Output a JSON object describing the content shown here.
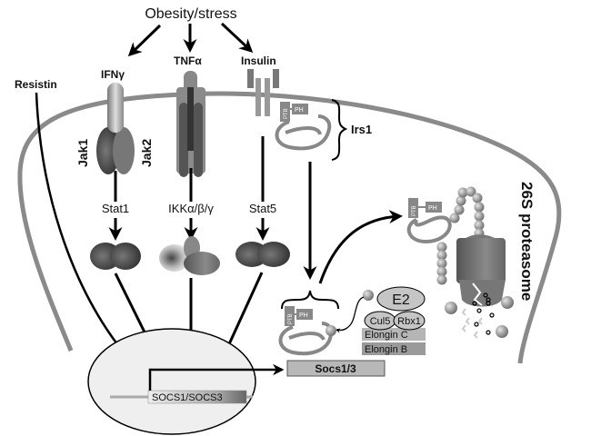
{
  "title": "Obesity/stress",
  "ligands": {
    "resistin": "Resistin",
    "ifn": "IFNγ",
    "tnf": "TNFα",
    "insulin": "Insulin"
  },
  "kinases": {
    "jak1": "Jak1",
    "jak2": "Jak2"
  },
  "transducers": {
    "stat1": "Stat1",
    "ikk": "IKKα/β/γ",
    "stat5": "Stat5"
  },
  "irs1": {
    "label": "Irs1",
    "ptb": "PTB",
    "ph": "PH"
  },
  "nucleus": {
    "gene": "SOCS1/SOCS3"
  },
  "complex": {
    "e2": "E2",
    "cul5": "Cul5",
    "rbx1": "Rbx1",
    "elongin_c": "Elongin C",
    "elongin_b": "Elongin B",
    "socs": "Socs1/3"
  },
  "proteasome": {
    "label": "26S proteasome"
  },
  "colors": {
    "membrane": "#8a8a8a",
    "arrow": "#000000",
    "protein_gray": "#7a7a7a",
    "box_fill": "#b8b8b8",
    "nucleus_fill": "#efefef"
  }
}
